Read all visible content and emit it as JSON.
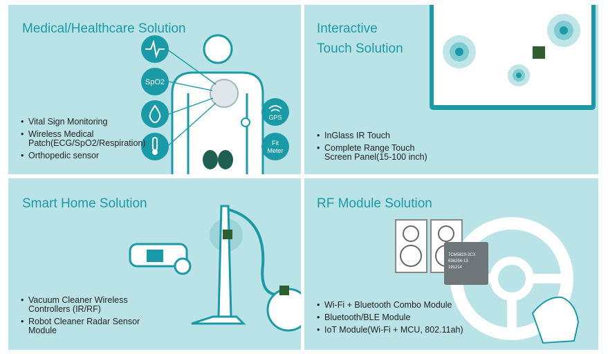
{
  "panels": [
    {
      "title_lines": [
        "Medical/Healthcare Solution"
      ],
      "bullets": [
        "Vital Sign Monitoring",
        "Wireless Medical Patch(ECG/SpO2/Respiration)",
        "Orthopedic sensor"
      ],
      "icon_labels": {
        "spo2": "SpO2",
        "gps": "GPS",
        "fit": "Fit",
        "meter": "Meter"
      }
    },
    {
      "title_lines": [
        "Interactive",
        "Touch Solution"
      ],
      "bullets": [
        "InGlass IR Touch",
        "Complete Range Touch Screen Panel(15-100 inch)"
      ]
    },
    {
      "title_lines": [
        "Smart Home Solution"
      ],
      "bullets": [
        "Vacuum Cleaner Wireless Controllers (IR/RF)",
        "Robot Cleaner Radar Sensor Module"
      ]
    },
    {
      "title_lines": [
        "RF Module Solution"
      ],
      "bullets": [
        "Wi-Fi + Bluetooth Combo Module",
        "Bluetooth/BLE Module",
        "IoT Module(Wi-Fi + MCU, 802.11ah)"
      ],
      "chip_text": [
        "7CM5820-2CX",
        "636254-13",
        "191214"
      ]
    }
  ],
  "colors": {
    "panel_bg": "#b9e3e6",
    "accent": "#1a9aa6",
    "text": "#222222"
  }
}
